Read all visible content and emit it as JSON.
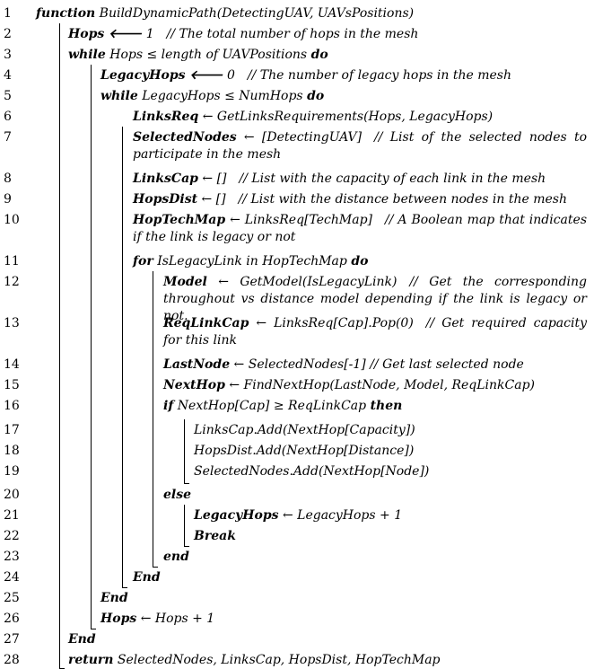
{
  "algorithm": {
    "lines": [
      {
        "num": "1",
        "indent": 0,
        "parts": [
          {
            "t": "function",
            "kw": true
          },
          {
            "t": " BuildDynamicPath(DetectingUAV, UAVsPositions)"
          }
        ]
      },
      {
        "num": "2",
        "indent": 1,
        "parts": [
          {
            "t": "Hops",
            "kw": true
          },
          {
            "t": " ",
            "kw": false
          },
          {
            "t": "🡐",
            "kw": true
          },
          {
            "t": " 1"
          }
        ],
        "comment": "// The total number of hops in the mesh"
      },
      {
        "num": "3",
        "indent": 1,
        "parts": [
          {
            "t": "while",
            "kw": true
          },
          {
            "t": " Hops ≤ length of UAVPositions "
          },
          {
            "t": "do",
            "kw": true
          }
        ]
      },
      {
        "num": "4",
        "indent": 2,
        "parts": [
          {
            "t": "LegacyHops",
            "kw": true
          },
          {
            "t": " ",
            "kw": false
          },
          {
            "t": "🡐",
            "kw": true
          },
          {
            "t": " 0"
          }
        ],
        "comment": "// The number of legacy hops in the mesh"
      },
      {
        "num": "5",
        "indent": 2,
        "parts": [
          {
            "t": "while",
            "kw": true
          },
          {
            "t": " LegacyHops ≤ NumHops "
          },
          {
            "t": "do",
            "kw": true
          }
        ]
      },
      {
        "num": "6",
        "indent": 3,
        "parts": [
          {
            "t": "LinksReq",
            "kw": true
          },
          {
            "t": " ← GetLinksRequirements(Hops, LegacyHops)"
          }
        ]
      },
      {
        "num": "7",
        "indent": 3,
        "wrap": true,
        "parts": [
          {
            "t": "SelectedNodes",
            "kw": true
          },
          {
            "t": " ← [DetectingUAV]"
          }
        ],
        "comment": "// List of the selected nodes to participate in the mesh"
      },
      {
        "num": "8",
        "indent": 3,
        "parts": [
          {
            "t": "LinksCap",
            "kw": true
          },
          {
            "t": " ← []"
          }
        ],
        "comment": "// List with the capacity of each link in the mesh"
      },
      {
        "num": "9",
        "indent": 3,
        "parts": [
          {
            "t": "HopsDist",
            "kw": true
          },
          {
            "t": " ← []"
          }
        ],
        "comment": "// List with the distance between nodes in the mesh"
      },
      {
        "num": "10",
        "indent": 3,
        "wrap": true,
        "parts": [
          {
            "t": "HopTechMap",
            "kw": true
          },
          {
            "t": " ← LinksReq[TechMap]"
          }
        ],
        "comment": "// A Boolean map that indicates if the link is legacy or not"
      },
      {
        "num": "11",
        "indent": 3,
        "parts": [
          {
            "t": "for",
            "kw": true
          },
          {
            "t": " IsLegacyLink in HopTechMap "
          },
          {
            "t": "do",
            "kw": true
          }
        ]
      },
      {
        "num": "12",
        "indent": 4,
        "wrap": true,
        "parts": [
          {
            "t": "Model",
            "kw": true
          },
          {
            "t": " ← GetModel(IsLegacyLink)"
          }
        ],
        "comment": "// Get the corresponding throughout vs distance model depending if the link is legacy or not."
      },
      {
        "num": "13",
        "indent": 4,
        "wrap": true,
        "parts": [
          {
            "t": "ReqLinkCap",
            "kw": true
          },
          {
            "t": " ← LinksReq[Cap].Pop(0)"
          }
        ],
        "comment": "// Get required capacity for this link"
      },
      {
        "num": "14",
        "indent": 4,
        "parts": [
          {
            "t": "LastNode",
            "kw": true
          },
          {
            "t": " ← SelectedNodes[-1] // Get last selected node"
          }
        ]
      },
      {
        "num": "15",
        "indent": 4,
        "parts": [
          {
            "t": "NextHop",
            "kw": true
          },
          {
            "t": " ← FindNextHop(LastNode, Model, ReqLinkCap)"
          }
        ]
      },
      {
        "num": "16",
        "indent": 4,
        "parts": [
          {
            "t": "if",
            "kw": true
          },
          {
            "t": " NextHop[Cap] ≥ ReqLinkCap "
          },
          {
            "t": "then",
            "kw": true
          }
        ]
      },
      {
        "num": "17",
        "indent": 5,
        "parts": [
          {
            "t": "LinksCap.Add(NextHop[Capacity])"
          }
        ]
      },
      {
        "num": "18",
        "indent": 5,
        "parts": [
          {
            "t": "HopsDist.Add(NextHop[Distance])"
          }
        ]
      },
      {
        "num": "19",
        "indent": 5,
        "parts": [
          {
            "t": "SelectedNodes.Add(NextHop[Node])"
          }
        ]
      },
      {
        "num": "20",
        "indent": 4,
        "parts": [
          {
            "t": "else",
            "kw": true
          }
        ]
      },
      {
        "num": "21",
        "indent": 5,
        "parts": [
          {
            "t": "LegacyHops",
            "kw": true
          },
          {
            "t": " ← LegacyHops + 1"
          }
        ]
      },
      {
        "num": "22",
        "indent": 5,
        "parts": [
          {
            "t": "Break",
            "kw": true
          }
        ]
      },
      {
        "num": "23",
        "indent": 4,
        "parts": [
          {
            "t": "end",
            "kw": true
          }
        ]
      },
      {
        "num": "24",
        "indent": 3,
        "parts": [
          {
            "t": "End",
            "kw": true
          }
        ]
      },
      {
        "num": "25",
        "indent": 2,
        "parts": [
          {
            "t": "End",
            "kw": true
          }
        ]
      },
      {
        "num": "26",
        "indent": 2,
        "parts": [
          {
            "t": "Hops",
            "kw": true
          },
          {
            "t": " ← Hops + 1"
          }
        ]
      },
      {
        "num": "27",
        "indent": 1,
        "parts": [
          {
            "t": "End",
            "kw": true
          }
        ]
      },
      {
        "num": "28",
        "indent": 1,
        "parts": [
          {
            "t": "return",
            "kw": true
          },
          {
            "t": " SelectedNodes, LinksCap, HopsDist, HopTechMap"
          }
        ]
      }
    ]
  }
}
